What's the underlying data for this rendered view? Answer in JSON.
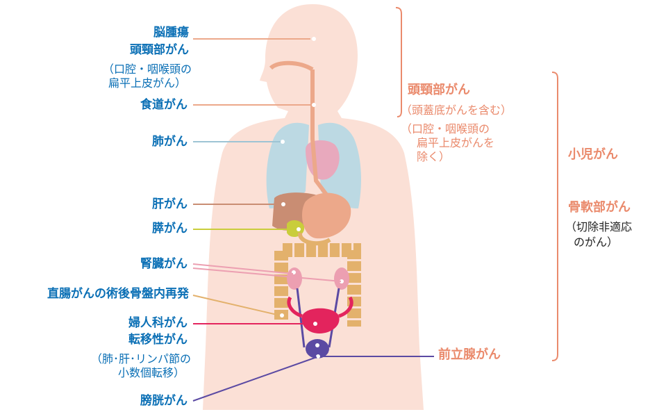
{
  "left_labels": {
    "brain": "脳腫瘍",
    "head_neck": "頭頸部がん",
    "head_neck_note": [
      "（口腔・咽喉頭の",
      "扁平上皮がん）"
    ],
    "esophagus": "食道がん",
    "lung": "肺がん",
    "liver": "肝がん",
    "pancreas": "膵がん",
    "kidney": "腎臓がん",
    "rectal": "直腸がんの術後骨盤内再発",
    "gyne": "婦人科がん",
    "metastatic": "転移性がん",
    "metastatic_note": [
      "（肺･肝･リンパ節の",
      "小数個転移）"
    ],
    "bladder": "膀胱がん"
  },
  "right_labels": {
    "head_neck": "頭頸部がん",
    "head_neck_note": [
      "（頭蓋底がんを含む）",
      "（口腔・咽喉頭の",
      "扁平上皮がんを",
      "除く）"
    ],
    "prostate": "前立腺がん",
    "pediatric": "小児がん",
    "bone_soft": "骨軟部がん",
    "bone_soft_note": [
      "（切除非適応",
      "のがん）"
    ]
  },
  "colors": {
    "blue_text": "#0a6fb5",
    "salmon_text": "#ea8a6c",
    "body": "#fbe0d6",
    "lung": "#bcd9e3",
    "heart": "#e8a9bd",
    "liver": "#c98d73",
    "stomach": "#eca88a",
    "pancreas": "#c9cd3b",
    "intestine": "#e3b16c",
    "kidney": "#ec9fb1",
    "uterus": "#e3245d",
    "bladder": "#5b4aa3"
  }
}
